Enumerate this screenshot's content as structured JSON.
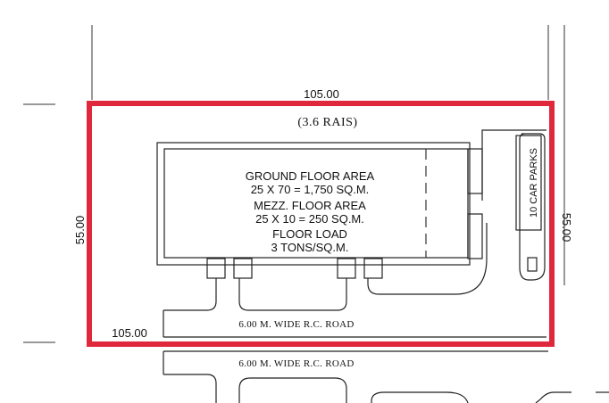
{
  "dimensions": {
    "top": "105.00",
    "left": "55.00",
    "bottom": "105.00",
    "right": "55.00"
  },
  "site_area": "(3.6 RAIS)",
  "building": {
    "ground_floor_title": "GROUND FLOOR AREA",
    "ground_floor_calc": "25 X 70 = 1,750 SQ.M.",
    "mezz_floor_title": "MEZZ. FLOOR AREA",
    "mezz_floor_calc": "25 X 10 = 250 SQ.M.",
    "floor_load_title": "FLOOR LOAD",
    "floor_load_value": "3 TONS/SQ.M."
  },
  "roads": {
    "inner": "6.00 M. WIDE R.C. ROAD",
    "outer": "6.00 M. WIDE R.C. ROAD"
  },
  "parking": "10 CAR PARKS",
  "colors": {
    "boundary": "#e0283c",
    "linework": "#222222"
  }
}
